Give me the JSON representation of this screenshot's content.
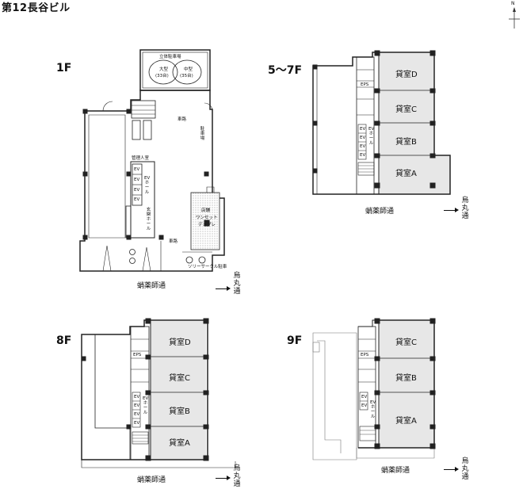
{
  "title": "第12長谷ビル",
  "compass": {
    "north_label": "N"
  },
  "street_label": "蛸薬師通",
  "side_street_label": "烏丸通",
  "floors": {
    "f1": {
      "label": "1F",
      "parking": {
        "title": "立体駐車場",
        "large": "大型",
        "large_count": "(33台)",
        "medium": "中型",
        "medium_count": "(35台)"
      },
      "driveway_upper": "車路",
      "driveway_side": "駐車場",
      "admin_room": "管理人室",
      "ev_hall": "EVホール",
      "entrance_hall": "玄関ホール",
      "restaurant_1": "店舗",
      "restaurant_2": "ワンセット",
      "restaurant_3": "デュプレ",
      "driveway_lower": "車路",
      "cycle_parking": "ソリーサークル駐車",
      "ev": [
        "EV",
        "EV",
        "EV",
        "EV"
      ]
    },
    "f5": {
      "label": "5〜7F",
      "rooms": [
        "貸室D",
        "貸室C",
        "貸室B",
        "貸室A"
      ],
      "eps": "EPS",
      "ev": [
        "EV",
        "EV",
        "EV",
        "EV"
      ],
      "ev_hall": "EVホール"
    },
    "f8": {
      "label": "8F",
      "rooms": [
        "貸室D",
        "貸室C",
        "貸室B",
        "貸室A"
      ],
      "eps": "EPS",
      "ev": [
        "EV",
        "EV",
        "EV",
        "EV"
      ],
      "ev_hall": "EVホール"
    },
    "f9": {
      "label": "9F",
      "rooms": [
        "貸室C",
        "貸室B",
        "貸室A"
      ],
      "eps": "EPS",
      "ev": [
        "EV",
        "EV"
      ],
      "ev_hall": "EVホール"
    }
  }
}
